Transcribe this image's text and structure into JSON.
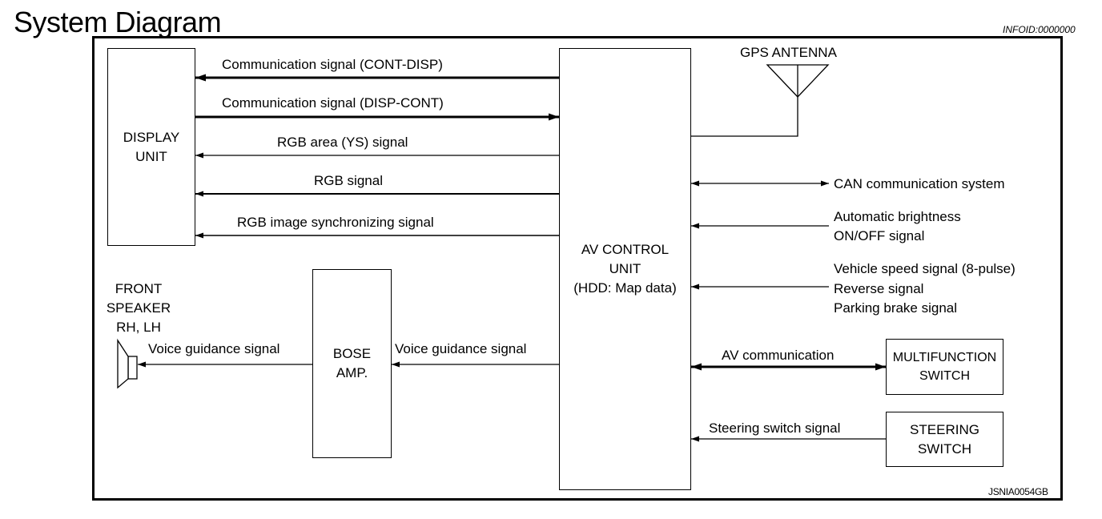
{
  "header": {
    "title": "System Diagram",
    "info_id": "INFOID:0000000",
    "ref_code": "JSNIA0054GB"
  },
  "blocks": {
    "display_unit": [
      "DISPLAY",
      "UNIT"
    ],
    "av_control_unit": [
      "AV CONTROL",
      "UNIT",
      "(HDD: Map data)"
    ],
    "bose_amp": [
      "BOSE",
      "AMP."
    ],
    "multifunction_switch": [
      "MULTIFUNCTION",
      "SWITCH"
    ],
    "steering_switch": [
      "STEERING",
      "SWITCH"
    ],
    "gps_antenna": "GPS ANTENNA",
    "front_speaker": [
      "FRONT",
      "SPEAKER",
      "RH, LH"
    ]
  },
  "signals": {
    "cont_disp": "Communication signal (CONT-DISP)",
    "disp_cont": "Communication signal (DISP-CONT)",
    "rgb_area": "RGB area (YS) signal",
    "rgb": "RGB signal",
    "rgb_sync": "RGB image synchronizing signal",
    "voice_to_speaker": "Voice guidance signal",
    "voice_to_amp": "Voice guidance signal",
    "can": "CAN communication system",
    "auto_brightness": [
      "Automatic brightness",
      "ON/OFF signal"
    ],
    "vehicle_inputs": [
      "Vehicle speed signal (8-pulse)",
      "Reverse signal",
      "Parking brake signal"
    ],
    "av_comm": "AV communication",
    "steering_signal": "Steering switch signal"
  },
  "colors": {
    "line": "#000000",
    "background": "#ffffff"
  }
}
